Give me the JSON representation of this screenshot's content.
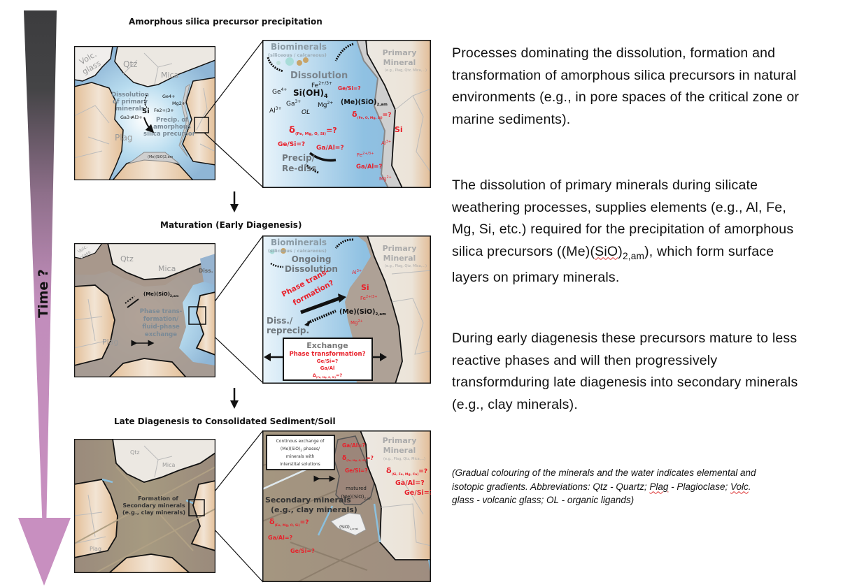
{
  "time_arrow": {
    "label": "Time ?",
    "color_top": "#3c3c3e",
    "color_bottom": "#c88fc0"
  },
  "stages": [
    {
      "title": "Amorphous silica precursor precipitation",
      "overview": {
        "labels": {
          "volc_glass_1": "Volc.",
          "volc_glass_2": "glass",
          "qtz": "Qtz",
          "mica": "Mica",
          "plag": "Plag",
          "dissolution_1": "Dissolution",
          "dissolution_2": "of primary",
          "dissolution_3": "minerals",
          "si": "Si",
          "ge": "Ge4+",
          "mg": "Mg2+",
          "fe": "Fe2+/3+",
          "ga": "Ga3+",
          "al": "Al3+",
          "precip_1": "Precip. of",
          "precip_2": "amorphous",
          "precip_3": "silica precursor",
          "layer": "(Me)(SiO)2,am"
        }
      },
      "detail": {
        "biominerals": "Biominerals",
        "biominerals_sub": "(siliceous / calcareous)",
        "primary_1": "Primary",
        "primary_2": "Mineral",
        "primary_sub": "(e.g., Plag, Qtz, Mica,...)",
        "dissolution": "Dissolution",
        "fe": "Fe",
        "fe_sup": "2+/3+",
        "ge": "Ge",
        "ge_sup": "4+",
        "sioh": "Si(OH)",
        "sioh_sub": "4",
        "ga": "Ga",
        "ga_sup": "3+",
        "mg": "Mg",
        "mg_sup": "2+",
        "al": "Al",
        "al_sup": "3+",
        "ol": "OL",
        "delta_fluid": "δ",
        "delta_fluid_sub": "(Fe, Mg, O, Si)",
        "delta_fluid_eq": "=?",
        "gesi_fluid": "Ge/Si=?",
        "gaal_fluid": "Ga/Al=?",
        "precip_1": "Precip/",
        "precip_2": "Re-diss",
        "gesi_layer": "Ge/Si=?",
        "me_layer": "(Me)(SiO)",
        "me_layer_sub": "2,am",
        "delta_layer": "δ",
        "delta_layer_sub": "(Fe, O, Mg, Si)",
        "delta_layer_eq": "=?",
        "si_layer": "Si",
        "al_layer": "Al",
        "al_layer_sup": "3+",
        "fe_layer": "Fe",
        "fe_layer_sup": "2+/3+",
        "gaal_layer": "Ga/Al=?",
        "mg_layer": "Mg",
        "mg_layer_sup": "2+"
      }
    },
    {
      "title": "Maturation (Early Diagenesis)",
      "overview": {
        "labels": {
          "volc_glass_1": "Volc.",
          "volc_glass_2": "glass",
          "qtz": "Qtz",
          "mica": "Mica",
          "plag": "Plag",
          "diss": "Diss.",
          "layer": "(Me)(SiO)",
          "layer_sub": "2,am",
          "phase_1": "Phase trans-",
          "phase_2": "formation/",
          "phase_3": "fluid-phase",
          "phase_4": "exchange"
        }
      },
      "detail": {
        "biominerals": "Biominerals",
        "biominerals_sub": "(siliceous / calcareous)",
        "primary_1": "Primary",
        "primary_2": "Mineral",
        "primary_sub": "(e.g., Plag, Qtz, Mica,...)",
        "ongoing_1": "Ongoing",
        "ongoing_2": "Dissolution",
        "al": "Al",
        "al_sup": "3+",
        "si": "Si",
        "fe": "Fe",
        "fe_sup": "2+/3+",
        "mg": "Mg",
        "mg_sup": "2+",
        "phase_1": "Phase trans-",
        "phase_2": "formation?",
        "me_layer": "(Me)(SiO)",
        "me_layer_sub": "2,am",
        "diss_1": "Diss./",
        "diss_2": "reprecip.",
        "box_title": "Exchange",
        "box_line1": "Phase transformation?",
        "box_line2": "Ge/Si=?",
        "box_line3": "Ga/Al",
        "box_line4": "Δ",
        "box_line4_sub": "(Fe, Mg, O, Si)",
        "box_line4_eq": "=?"
      }
    },
    {
      "title": "Late Diagenesis to Consolidated Sediment/Soil",
      "overview": {
        "labels": {
          "qtz": "Qtz",
          "mica": "Mica",
          "plag": "Plag",
          "formation_1": "Formation of",
          "formation_2": "Secondary minerals",
          "formation_3": "(e.g., clay minerals)"
        }
      },
      "detail": {
        "box_1": "Continous exchange of",
        "box_2a": "(Me)(SiO)",
        "box_2sub": "2",
        "box_2b": " phases/",
        "box_3": "minerals with",
        "box_4": "interstital solutions",
        "primary_1": "Primary",
        "primary_2": "Mineral",
        "primary_sub": "(e.g., Plag, Qtz, Mica,...)",
        "gaal_mat": "Ga/Al=?",
        "delta_mat": "δ",
        "delta_mat_sub": "(Fe, Mg, O, Si)",
        "delta_mat_eq": "=?",
        "gesi_mat": "Ge/Si=?",
        "delta_prim": "δ",
        "delta_prim_sub": "(Si, Fe, Mg, Ca)",
        "delta_prim_eq": "=?",
        "gaal_prim": "Ga/Al=?",
        "gesi_prim": "Ge/Si=?",
        "matured_1": "matured",
        "matured_2": "(Me)(SiO)",
        "matured_2sub": "2,am",
        "secondary_1": "Secondary minerals",
        "secondary_2": "(e.g., clay minerals)",
        "delta_sec": "δ",
        "delta_sec_sub": "(Fe, Mg, O, Si)",
        "delta_sec_eq": "=?",
        "gaal_sec": "Ga/Al=?",
        "gesi_sec": "Ge/Si=?",
        "sio_cryst": "(SiO)",
        "sio_cryst_sub": "2,cryst"
      }
    }
  ],
  "text": {
    "p1": "Processes dominating the dissolution, formation and transformation of amorphous silica precursors in natural environments (e.g., in pore spaces of the critical zone or marine sediments).",
    "p2a": "The dissolution of primary minerals during silicate weathering processes, supplies elements (e.g., Al, Fe, Mg, Si, etc.) required for the precipitation of amorphous silica precursors ((Me)(",
    "p2_sio": "SiO",
    "p2_sub": "2,am",
    "p2b": "), which form surface layers on primary minerals.",
    "p3": "During early diagenesis these precursors mature to less reactive phases and will then progressively transformduring late diagenesis into secondary minerals (e.g., clay minerals).",
    "note_a": "(Gradual colouring of the minerals and the water indicates elemental and isotopic gradients. Abbreviations: Qtz - Quartz; ",
    "note_plag": "Plag",
    "note_b": " - Plagioclase; ",
    "note_volc": "Volc",
    "note_c": ". glass - volcanic glass; OL - organic ligands)"
  },
  "colors": {
    "water": "#a9cfe6",
    "water_light": "#e6f3fa",
    "mineral_tan": "#e8c9a6",
    "mineral_light": "#ece8e2",
    "layer_gray": "#c9c9c9",
    "layer_brown": "#a8988c",
    "clay_brown": "#9c8c7c",
    "red": "#e8202a",
    "gray_text": "#8a8a8a"
  }
}
